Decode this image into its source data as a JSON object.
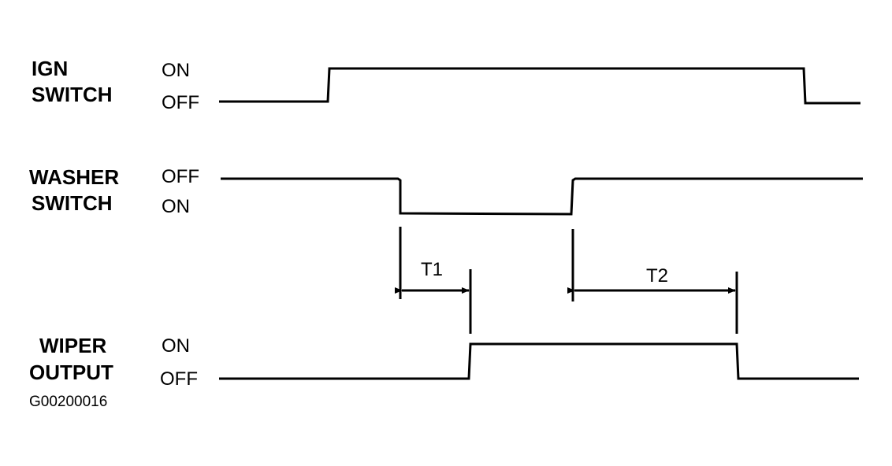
{
  "signals": {
    "ign": {
      "name_line1": "IGN",
      "name_line2": "SWITCH",
      "upper_state": "ON",
      "lower_state": "OFF"
    },
    "washer": {
      "name_line1": "WASHER",
      "name_line2": "SWITCH",
      "upper_state": "OFF",
      "lower_state": "ON"
    },
    "wiper": {
      "name_line1": "WIPER",
      "name_line2": "OUTPUT",
      "upper_state": "ON",
      "lower_state": "OFF"
    }
  },
  "intervals": {
    "t1": "T1",
    "t2": "T2"
  },
  "figure_id": "G00200016",
  "colors": {
    "line": "#000000",
    "background": "#ffffff"
  }
}
